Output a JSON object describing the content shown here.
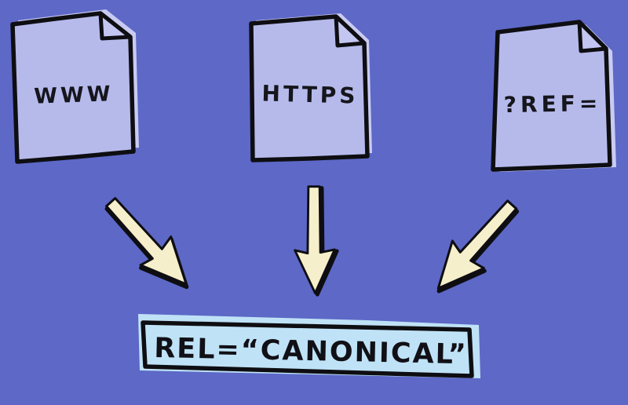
{
  "scene": {
    "description": "Hand-drawn illustration: three page variants funnel into rel=canonical"
  },
  "colors": {
    "background": "#5D68C7",
    "ink": "#0E0E12",
    "paper_fill": "#B6BAEB",
    "paper_fold": "#C3C6F0",
    "paper_shadow": "#C9CBF2",
    "arrow_fill": "#F6EFCB",
    "banner_fill": "#BFE2F6"
  },
  "documents": [
    {
      "label": "WWW"
    },
    {
      "label": "HTTPS"
    },
    {
      "label": "?REF="
    }
  ],
  "arrows": [
    {
      "direction": "down-right"
    },
    {
      "direction": "down"
    },
    {
      "direction": "down-left"
    }
  ],
  "banner": {
    "label": "REL=“CANONICAL”"
  }
}
